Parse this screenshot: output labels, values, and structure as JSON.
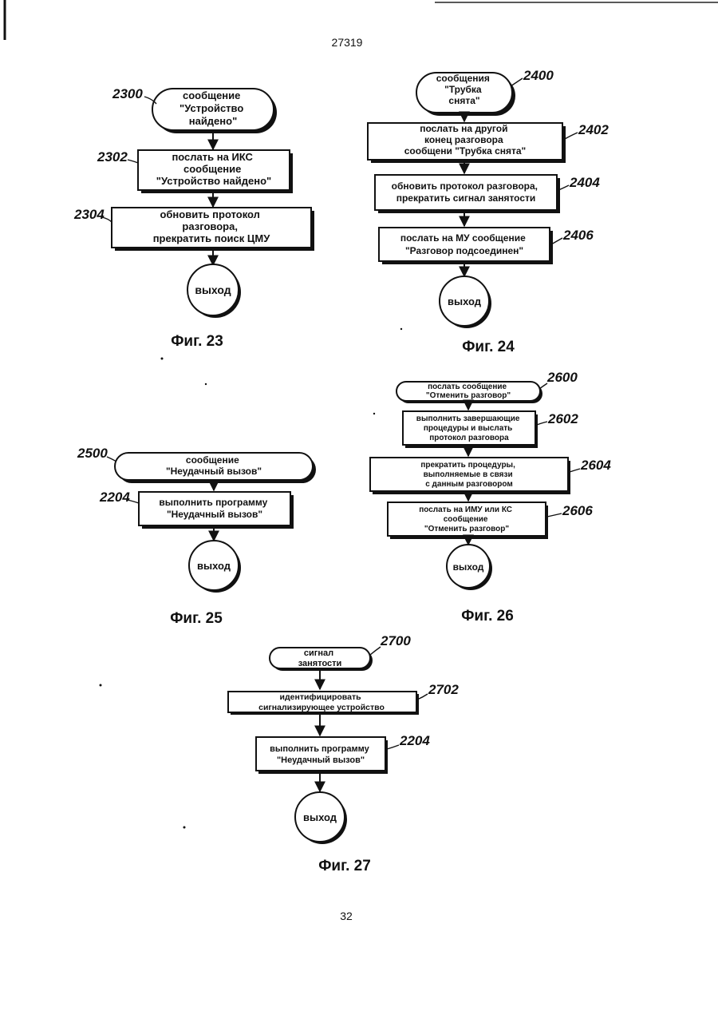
{
  "header": {
    "doc_number": "27319"
  },
  "footer": {
    "page_number": "32"
  },
  "fig23": {
    "caption": "Фиг. 23",
    "start": {
      "ref": "2300",
      "lines": [
        "сообщение",
        "\"Устройство",
        "найдено\""
      ]
    },
    "step1": {
      "ref": "2302",
      "lines": [
        "послать на ИКС",
        "сообщение",
        "\"Устройство найдено\""
      ]
    },
    "step2": {
      "ref": "2304",
      "lines": [
        "обновить протокол",
        "разговора,",
        "прекратить поиск ЦМУ"
      ]
    },
    "exit": "выход"
  },
  "fig24": {
    "caption": "Фиг. 24",
    "start": {
      "ref": "2400",
      "lines": [
        "сообщения",
        "\"Трубка",
        "снята\""
      ]
    },
    "step1": {
      "ref": "2402",
      "lines": [
        "послать на другой",
        "конец разговора",
        "сообщени \"Трубка снята\""
      ]
    },
    "step2": {
      "ref": "2404",
      "lines": [
        "обновить протокол разговора,",
        "прекратить сигнал занятости"
      ]
    },
    "step3": {
      "ref": "2406",
      "lines": [
        "послать на МУ сообщение",
        "\"Разговор подсоединен\""
      ]
    },
    "exit": "выход"
  },
  "fig25": {
    "caption": "Фиг. 25",
    "start": {
      "ref": "2500",
      "lines": [
        "сообщение",
        "\"Неудачный вызов\""
      ]
    },
    "step1": {
      "ref": "2204",
      "lines": [
        "выполнить программу",
        "\"Неудачный вызов\""
      ]
    },
    "exit": "выход"
  },
  "fig26": {
    "caption": "Фиг. 26",
    "start": {
      "ref": "2600",
      "lines": [
        "послать сообщение",
        "\"Отменить разговор\""
      ]
    },
    "step1": {
      "ref": "2602",
      "lines": [
        "выполнить завершающие",
        "процедуры и выслать",
        "протокол разговора"
      ]
    },
    "step2": {
      "ref": "2604",
      "lines": [
        "прекратить процедуры,",
        "выполняемые в связи",
        "с данным разговором"
      ]
    },
    "step3": {
      "ref": "2606",
      "lines": [
        "послать на ИМУ или КС",
        "сообщение",
        "\"Отменить разговор\""
      ]
    },
    "exit": "выход"
  },
  "fig27": {
    "caption": "Фиг. 27",
    "start": {
      "ref": "2700",
      "lines": [
        "сигнал",
        "занятости"
      ]
    },
    "step1": {
      "ref": "2702",
      "lines": [
        "идентифицировать",
        "сигнализирующее устройство"
      ]
    },
    "step2": {
      "ref": "2204",
      "lines": [
        "выполнить программу",
        "\"Неудачный вызов\""
      ]
    },
    "exit": "выход"
  }
}
